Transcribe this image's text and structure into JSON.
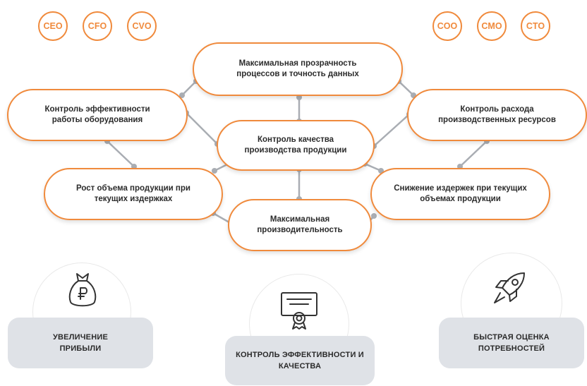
{
  "roles_left": [
    "CEO",
    "CFO",
    "CVO"
  ],
  "roles_right": [
    "COO",
    "CMO",
    "CTO"
  ],
  "goals": {
    "transparency": "Максимальная прозрачность процессов и точность данных",
    "equipment": "Контроль эффективности работы оборудования",
    "resources": "Контроль расхода производственных ресурсов",
    "quality": "Контроль качества производства продукции",
    "volume": "Рост объема продукции при текущих издержках",
    "costs": "Снижение издержек при текущих объемах продукции",
    "productivity": "Максимальная производительность"
  },
  "cards": {
    "profit": "УВЕЛИЧЕНИЕ ПРИБЫЛИ",
    "control": "КОНТРОЛЬ ЭФФЕКТИВНОСТИ И КАЧЕСТВА",
    "assessment": "БЫСТРАЯ ОЦЕНКА ПОТРЕБНОСТЕЙ"
  },
  "icons": [
    "money-bag-ruble-icon",
    "certificate-icon",
    "rocket-icon"
  ],
  "colors": {
    "accent": "#f08a3c",
    "connector": "#a9adb3",
    "card_bg": "#dfe2e7"
  }
}
